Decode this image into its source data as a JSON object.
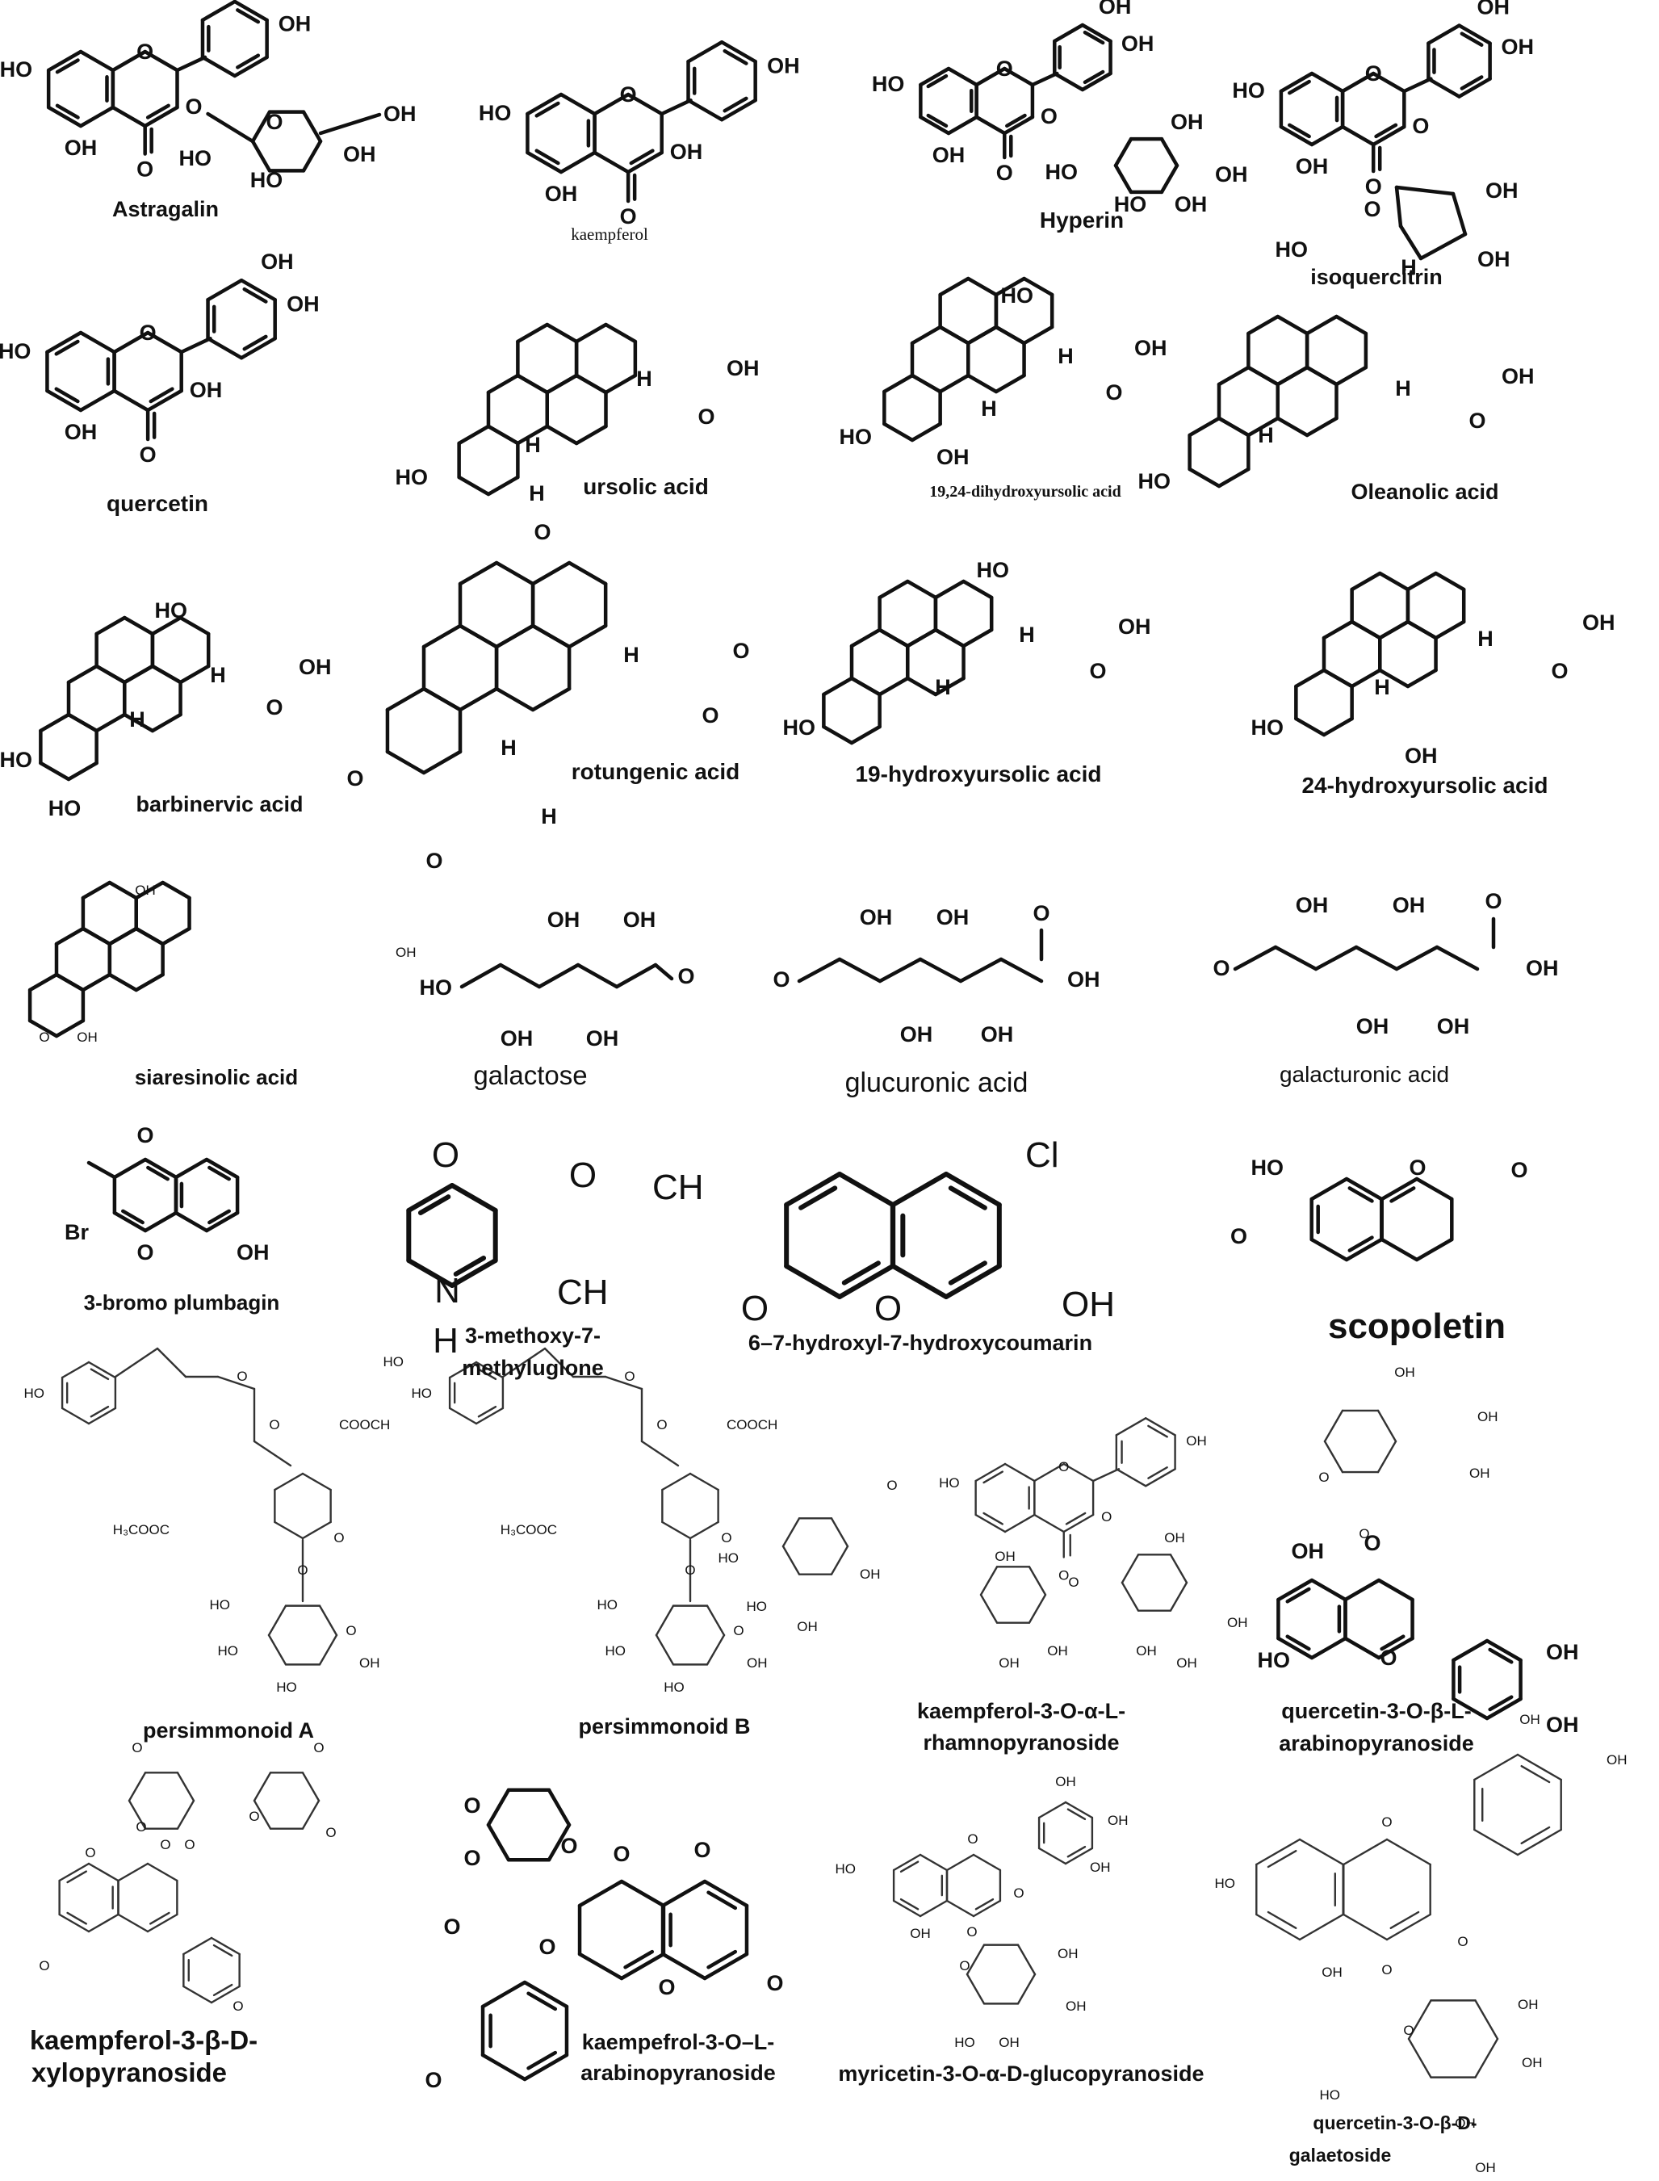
{
  "compounds": [
    {
      "id": "astragalin",
      "name": "Astragalin",
      "cx": 0,
      "cy": 0
    },
    {
      "id": "kaempferol",
      "name": "kaempferol"
    },
    {
      "id": "hyperin",
      "name": "Hyperin"
    },
    {
      "id": "isoquercitrin",
      "name": "isoquercitrin"
    },
    {
      "id": "quercetin",
      "name": "quercetin"
    },
    {
      "id": "ursolic",
      "name": "ursolic acid"
    },
    {
      "id": "dihydroxyursolic",
      "name": "19,24-dihydroxyursolic acid"
    },
    {
      "id": "oleanolic",
      "name": "Oleanolic acid"
    },
    {
      "id": "barbinervic",
      "name": "barbinervic acid"
    },
    {
      "id": "rotungenic",
      "name": "rotungenic acid"
    },
    {
      "id": "hydroxyursolic19",
      "name": "19-hydroxyursolic acid"
    },
    {
      "id": "hydroxyursolic24",
      "name": "24-hydroxyursolic acid"
    },
    {
      "id": "siaresinolic",
      "name": "siaresinolic acid"
    },
    {
      "id": "galactose",
      "name": "galactose"
    },
    {
      "id": "glucuronic",
      "name": "glucuronic acid"
    },
    {
      "id": "galacturonic",
      "name": "galacturonic acid"
    },
    {
      "id": "bromoplumbagin",
      "name": "3-bromo plumbagin"
    },
    {
      "id": "methyluglone",
      "name_line1": "3-methoxy-7-",
      "name_line2": "methyluglone"
    },
    {
      "id": "coumarin",
      "name": "6–7-hydroxyl-7-hydroxycoumarin"
    },
    {
      "id": "scopoletin",
      "name": "scopoletin"
    },
    {
      "id": "persimmonoidA",
      "name": "persimmonoid A"
    },
    {
      "id": "persimmonoidB",
      "name": "persimmonoid B"
    },
    {
      "id": "kaempRha",
      "name_line1": "kaempferol-3-O-α-L-",
      "name_line2": "rhamnopyranoside"
    },
    {
      "id": "quercAra",
      "name_line1": "quercetin-3-O-β-L-",
      "name_line2": "arabinopyranoside"
    },
    {
      "id": "kaempXyl",
      "name_line1": "kaempferol-3-β-D-",
      "name_line2": "xylopyranoside"
    },
    {
      "id": "kaempAra",
      "name_line1": "kaempefrol-3-O–L-",
      "name_line2": "arabinopyranoside"
    },
    {
      "id": "myricetin",
      "name": "myricetin-3-O-α-D-glucopyranoside"
    },
    {
      "id": "quercGal",
      "name_line1": "quercetin-3-O-β-D-",
      "name_line2": "galaetoside"
    }
  ],
  "atoms": {
    "OH": "OH",
    "HO": "HO",
    "O": "O",
    "H": "H",
    "Br": "Br",
    "Cl": "Cl",
    "CH3": "CH",
    "N": "N",
    "COOCH3": "COOCH",
    "H3COOC": "H₃COOC",
    "sub3": "3"
  }
}
